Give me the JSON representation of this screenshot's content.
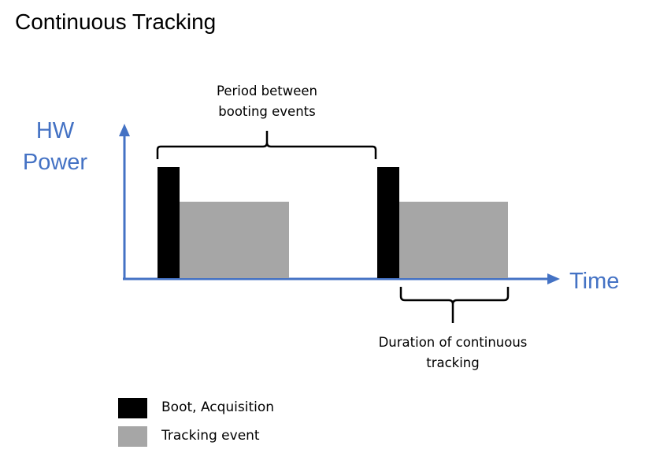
{
  "title": "Continuous Tracking",
  "axes": {
    "y_label_line1": "HW",
    "y_label_line2": "Power",
    "x_label": "Time",
    "color": "#4472C4"
  },
  "annotations": {
    "period_line1": "Period between",
    "period_line2": "booting events",
    "duration_line1": "Duration of continuous",
    "duration_line2": "tracking"
  },
  "legend": {
    "boot_label": "Boot, Acquisition",
    "boot_color": "#000000",
    "tracking_label": "Tracking event",
    "tracking_color": "#A6A6A6"
  }
}
